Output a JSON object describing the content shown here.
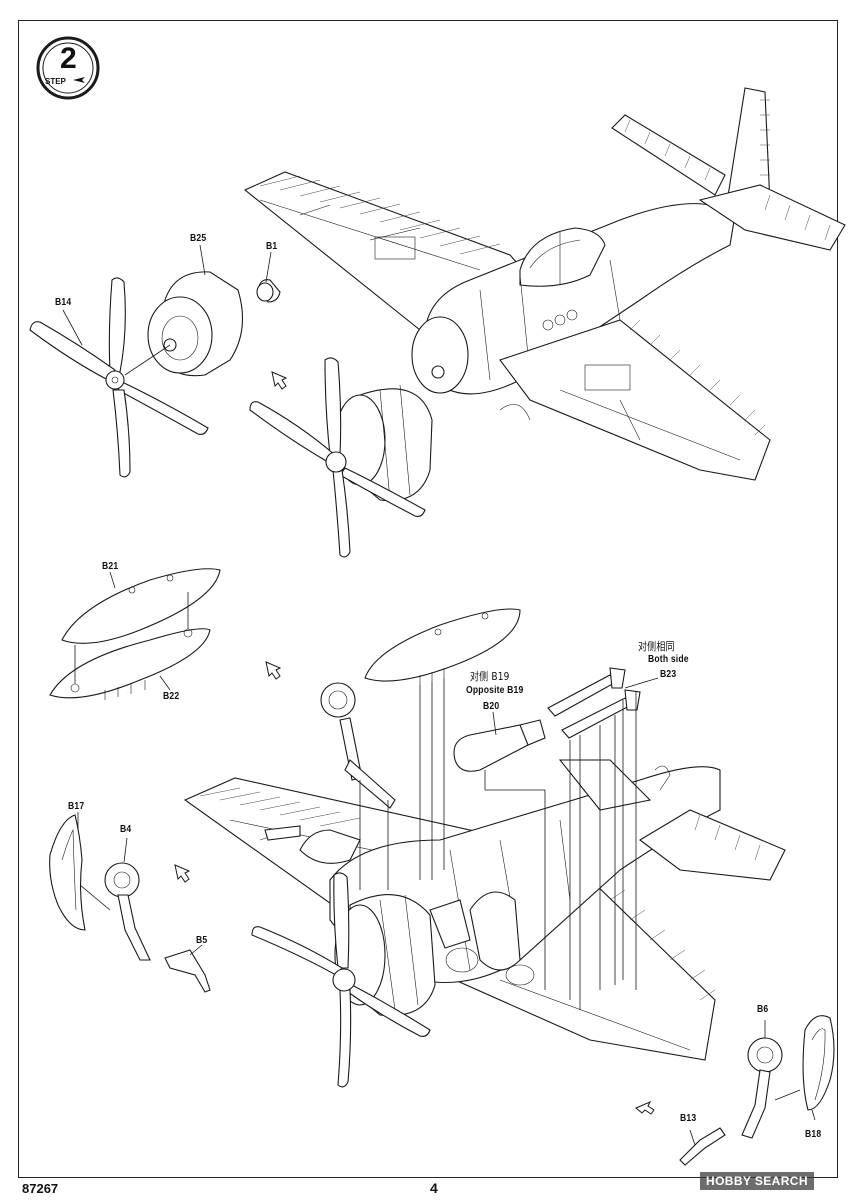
{
  "step": {
    "number": "2",
    "word": "STEP"
  },
  "part_labels": {
    "b25": "B25",
    "b1": "B1",
    "b14": "B14",
    "b21": "B21",
    "b22": "B22",
    "b19_opposite_cn": "对侧 B19",
    "b19_opposite_en": "Opposite B19",
    "b20": "B20",
    "both_side_cn": "对侧相同",
    "both_side_en": "Both side",
    "b23": "B23",
    "b17": "B17",
    "b4": "B4",
    "b5": "B5",
    "b6": "B6",
    "b13": "B13",
    "b18": "B18"
  },
  "footer": {
    "kit_code": "87267",
    "page_number": "4"
  },
  "watermark": "HOBBY SEARCH"
}
